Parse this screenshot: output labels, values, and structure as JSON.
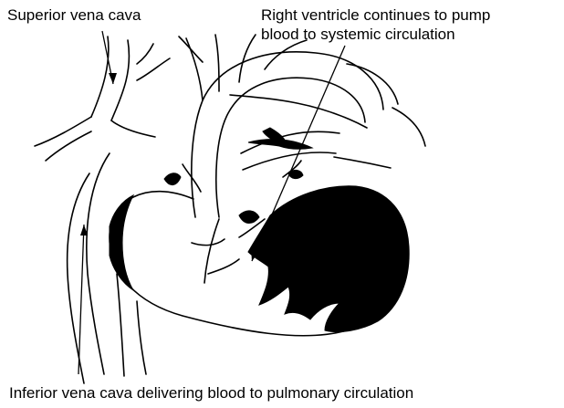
{
  "labels": {
    "superior_vena_cava": "Superior vena cava",
    "right_ventricle_line1": "Right ventricle continues to pump",
    "right_ventricle_line2": "blood to systemic circulation",
    "inferior_vena_cava": "Inferior vena cava delivering blood to pulmonary circulation"
  },
  "colors": {
    "stroke": "#000000",
    "background": "#ffffff"
  }
}
